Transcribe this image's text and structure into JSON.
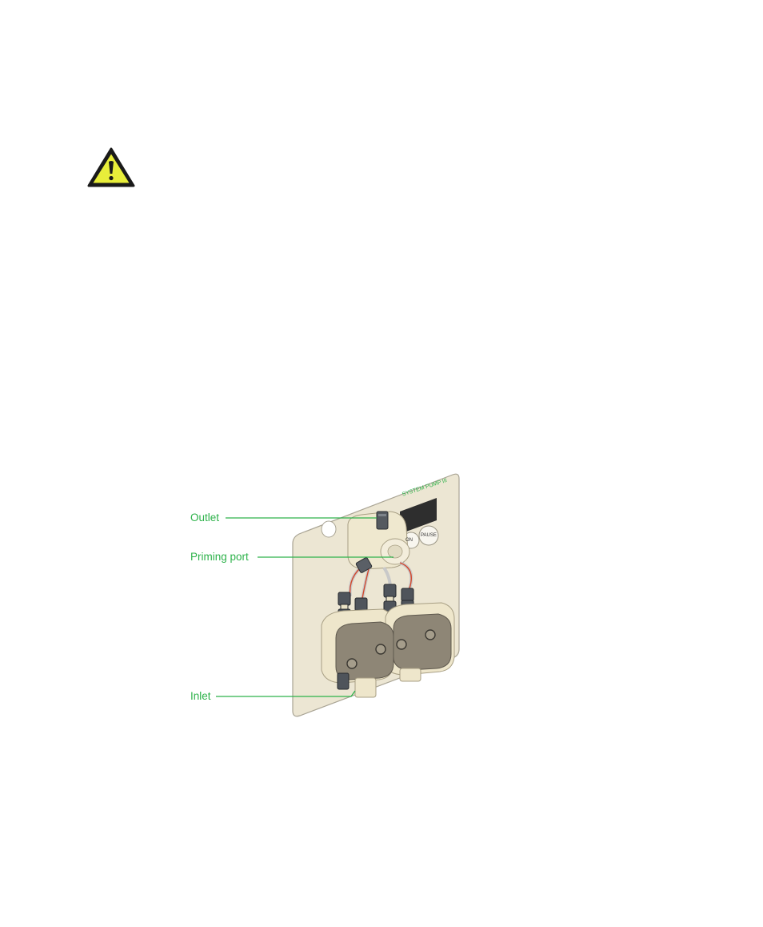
{
  "icons": {
    "warning": "warning-triangle-icon"
  },
  "figure": {
    "callouts": {
      "outlet": "Outlet",
      "priming_port": "Priming port",
      "inlet": "Inlet"
    },
    "device_label": "SYSTEM PUMP III",
    "button_left": "ON",
    "button_right": "PAUSE"
  },
  "colors": {
    "callout": "#2db24a",
    "warning_fill": "#e8ee3a",
    "panel": "#ece6d3",
    "tubing": "#d24a2e"
  }
}
